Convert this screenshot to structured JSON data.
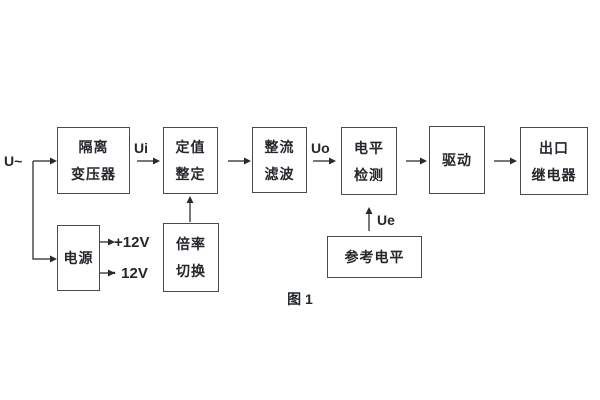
{
  "figure": {
    "caption": "图 1",
    "background_color": "#ffffff",
    "line_color": "#4a4a4a",
    "text_color": "#24272c"
  },
  "signals": {
    "input": "U~",
    "ui": "Ui",
    "uo": "Uo",
    "ue": "Ue",
    "rail_pos": "+12V",
    "rail_neg": "· 12V"
  },
  "blocks": {
    "isolation_transformer": {
      "line1": "隔离",
      "line2": "变压器"
    },
    "setting_adjust": {
      "line1": "定值",
      "line2": "整定"
    },
    "rectifier_filter": {
      "line1": "整流",
      "line2": "滤波"
    },
    "level_detect": {
      "line1": "电平",
      "line2": "检测"
    },
    "drive": {
      "line1": "驱动"
    },
    "output_relay": {
      "line1": "出口",
      "line2": "继电器"
    },
    "power": {
      "line1": "电源"
    },
    "ratio_switch": {
      "line1": "倍率",
      "line2": "切换"
    },
    "reference_level": {
      "line1": "参考电平"
    }
  }
}
